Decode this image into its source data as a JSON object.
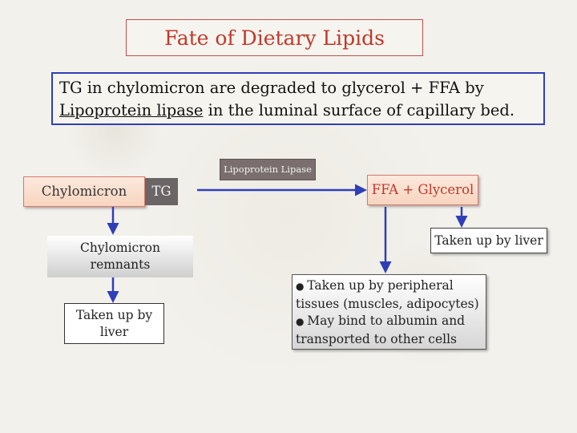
{
  "title": "Fate of Dietary Lipids",
  "statement": {
    "line1": "TG in chylomicron are degraded to glycerol + FFA by",
    "line2_underlined": "Lipoprotein lipase",
    "line2_rest": " in the luminal surface of capillary bed."
  },
  "enzyme_label": "Lipoprotein  Lipase",
  "nodes": {
    "chylomicron": "Chylomicron",
    "tg": "TG",
    "ffa_glycerol": "FFA + Glycerol",
    "remnants_line1": "Chylomicron",
    "remnants_line2": "remnants",
    "liver_left_line1": "Taken up by",
    "liver_left_line2": "liver",
    "liver_right": "Taken up by liver",
    "fate_items": [
      {
        "line1": "Taken up by peripheral",
        "line2": "tissues (muscles, adipocytes)"
      },
      {
        "line1": "May bind to albumin and",
        "line2": "transported to other cells"
      }
    ]
  },
  "colors": {
    "arrow": "#2f3fb8",
    "title_text": "#c0392b",
    "statement_border": "#2f3fb8"
  }
}
